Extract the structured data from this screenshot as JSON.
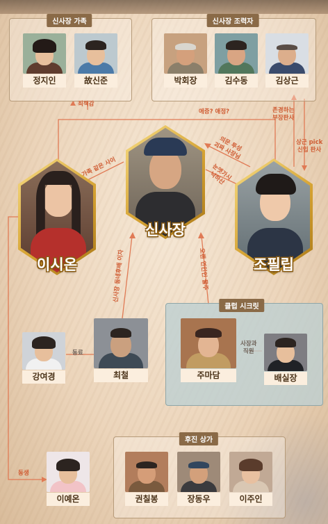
{
  "groups": {
    "family": "신사장 가족",
    "helpers": "신사장 조력자",
    "club": "클럽 시크릿",
    "backers": "후진 상가"
  },
  "main": {
    "center": "신사장",
    "left": "이시온",
    "right": "조필립"
  },
  "family": [
    "정지인",
    "故신준"
  ],
  "helpers": [
    "박회장",
    "김수동",
    "김상근"
  ],
  "middle": {
    "kang": "강여경",
    "choi": "최철",
    "ju": "주마담",
    "bae": "배실장"
  },
  "bottom": {
    "lee": "이예온",
    "backers": [
      "권칠봉",
      "장동우",
      "이주인"
    ]
  },
  "relations": {
    "guilt": "죄책감",
    "curious": "애증? 애정?",
    "respect_l1": "존경하는",
    "respect_l2": "부장판사",
    "pick_l1": "상근 pick",
    "pick_l2": "신입 판사",
    "doubt_l1": "의문 투성",
    "doubt_l2": "괴짜 사장님",
    "fool_l1": "눈엣가시",
    "fool_l2": "낙하산",
    "family_like": "가족 같은 사이",
    "choi_rel": "신사장 동네후배 이자",
    "ju_rel": "오랜 연인인 물주",
    "coworker": "동료",
    "boss_l1": "사장과",
    "boss_l2": "직원",
    "sibling": "동생"
  },
  "colors": {
    "line": "#e07a55",
    "accent": "#cf5b32",
    "gold": "#d5a232",
    "group_title": "#8a6a47"
  }
}
